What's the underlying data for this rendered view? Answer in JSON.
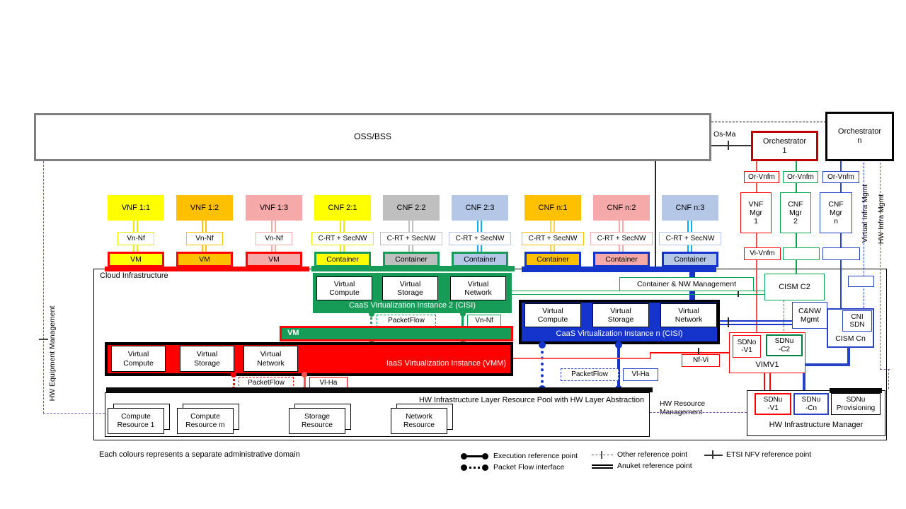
{
  "colors": {
    "red": "#FF0000",
    "orchestrator1_border": "#C00000",
    "caas_green": "#169C56",
    "line_green": "#00A550",
    "caas_blue": "#1434CB",
    "line_blue": "#2643C8",
    "yellow": "#FFFF00",
    "orange": "#FFC000",
    "pink": "#F5A9A9",
    "light_blue": "#B4C7E7",
    "gray": "#BFBFBF",
    "cyan": "#00B0F0",
    "purple": "#7B52AB",
    "oss_border": "#7F7F7F"
  },
  "oss_bss": "OSS/BSS",
  "os_ma": "Os-Ma",
  "orchestrator_1": "Orchestrator\n1",
  "orchestrator_n": "Orchestrator\nn",
  "mgmt": {
    "or_vnfm": "Or-Vnfm",
    "vi_vnfm": "Vi-Vnfm",
    "vnf_mgr_1": "VNF\nMgr\n1",
    "cnf_mgr_2": "CNF\nMgr\n2",
    "cnf_mgr_n": "CNF\nMgr\nn",
    "virtual_infra": "Virtual Infra Mgmt",
    "hw_infra": "HW Infra Mgmt",
    "hw_equipment": "HW Equipment Management",
    "hw_resource": "HW Resource\nManagement"
  },
  "nfs": [
    {
      "label": "VNF 1:1",
      "ref": "Vn-Nf",
      "unit": "VM"
    },
    {
      "label": "VNF 1:2",
      "ref": "Vn-Nf",
      "unit": "VM"
    },
    {
      "label": "VNF 1:3",
      "ref": "Vn-Nf",
      "unit": "VM"
    },
    {
      "label": "CNF 2:1",
      "ref": "C-RT + SecNW",
      "unit": "Container"
    },
    {
      "label": "CNF 2:2",
      "ref": "C-RT + SecNW",
      "unit": "Container"
    },
    {
      "label": "CNF 2:3",
      "ref": "C-RT + SecNW",
      "unit": "Container"
    },
    {
      "label": "CNF n:1",
      "ref": "C-RT + SecNW",
      "unit": "Container"
    },
    {
      "label": "CNF n:2",
      "ref": "C-RT + SecNW",
      "unit": "Container"
    },
    {
      "label": "CNF n:3",
      "ref": "C-RT + SecNW",
      "unit": "Container"
    }
  ],
  "cloud": {
    "label": "Cloud  Infrastructure"
  },
  "virtual_units": [
    "Virtual\nCompute",
    "Virtual\nStorage",
    "Virtual\nNetwork"
  ],
  "caas2": {
    "title": "CaaS Virtualization Instance 2 (CISI)"
  },
  "caasn": {
    "title": "CaaS Virtualization Instance n (CISI)"
  },
  "iaas": {
    "title": "IaaS Virtualization Instance (VMM)",
    "vm_bar": "VM"
  },
  "interfaces": {
    "packetflow": "PacketFlow",
    "vn_nf": "Vn-Nf",
    "vl_ha": "Vl-Ha",
    "nf_vi": "Nf-Vi"
  },
  "right": {
    "container_nw": "Container & NW  Management",
    "cism_c2": "CISM C2",
    "cnw_mgmt": "C&NW\nMgmt",
    "cni_sdn": "CNI\nSDN",
    "cism_cn": "CISM Cn",
    "sdno_v1": "SDNo\n-V1",
    "sdnu_c2": "SDNu\n-C2",
    "vim": "VIMV1"
  },
  "hw": {
    "pool_title": "HW Infrastructure Layer Resource Pool with HW Layer Abstraction",
    "resources": [
      "Compute\nResource 1",
      "Compute\nResource m",
      "Storage\nResource",
      "Network\nResource"
    ],
    "manager": "HW Infrastructure Manager",
    "sdnu_v1": "SDNu\n-V1",
    "sdnu_cn": "SDNu\n-Cn",
    "sdnu_prov": "SDNu\nProvisioning"
  },
  "note": "Each colours represents a separate administrative domain",
  "legend": [
    {
      "label": "Execution reference point"
    },
    {
      "label": "Packet Flow interface"
    },
    {
      "label": "Other reference point"
    },
    {
      "label": "Anuket reference point"
    },
    {
      "label": "ETSI NFV reference point"
    }
  ]
}
